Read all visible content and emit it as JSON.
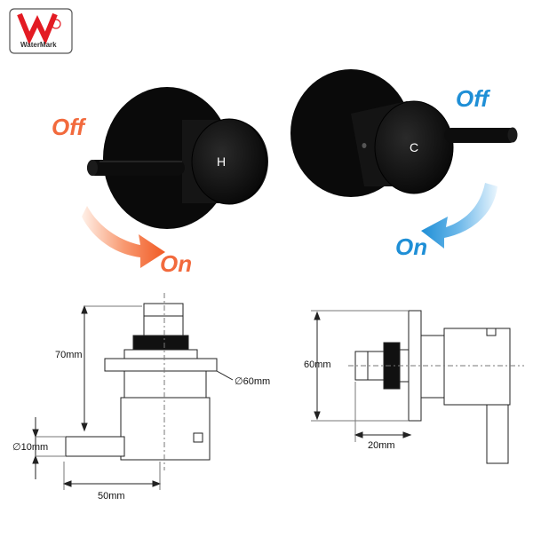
{
  "logo": {
    "text": "WaterMark"
  },
  "hot_tap": {
    "letter": "H",
    "off_label": "Off",
    "on_label": "On"
  },
  "cold_tap": {
    "letter": "C",
    "off_label": "Off",
    "on_label": "On"
  },
  "dimensions": {
    "height": "70mm",
    "flange_diameter": "∅60mm",
    "handle_diameter": "∅10mm",
    "handle_length": "50mm",
    "flange_height": "60mm",
    "depth": "20mm"
  },
  "colors": {
    "hot": "#f26a3d",
    "cold": "#1f8fd6",
    "tap_body": "#111111",
    "logo_red": "#e31b23"
  }
}
